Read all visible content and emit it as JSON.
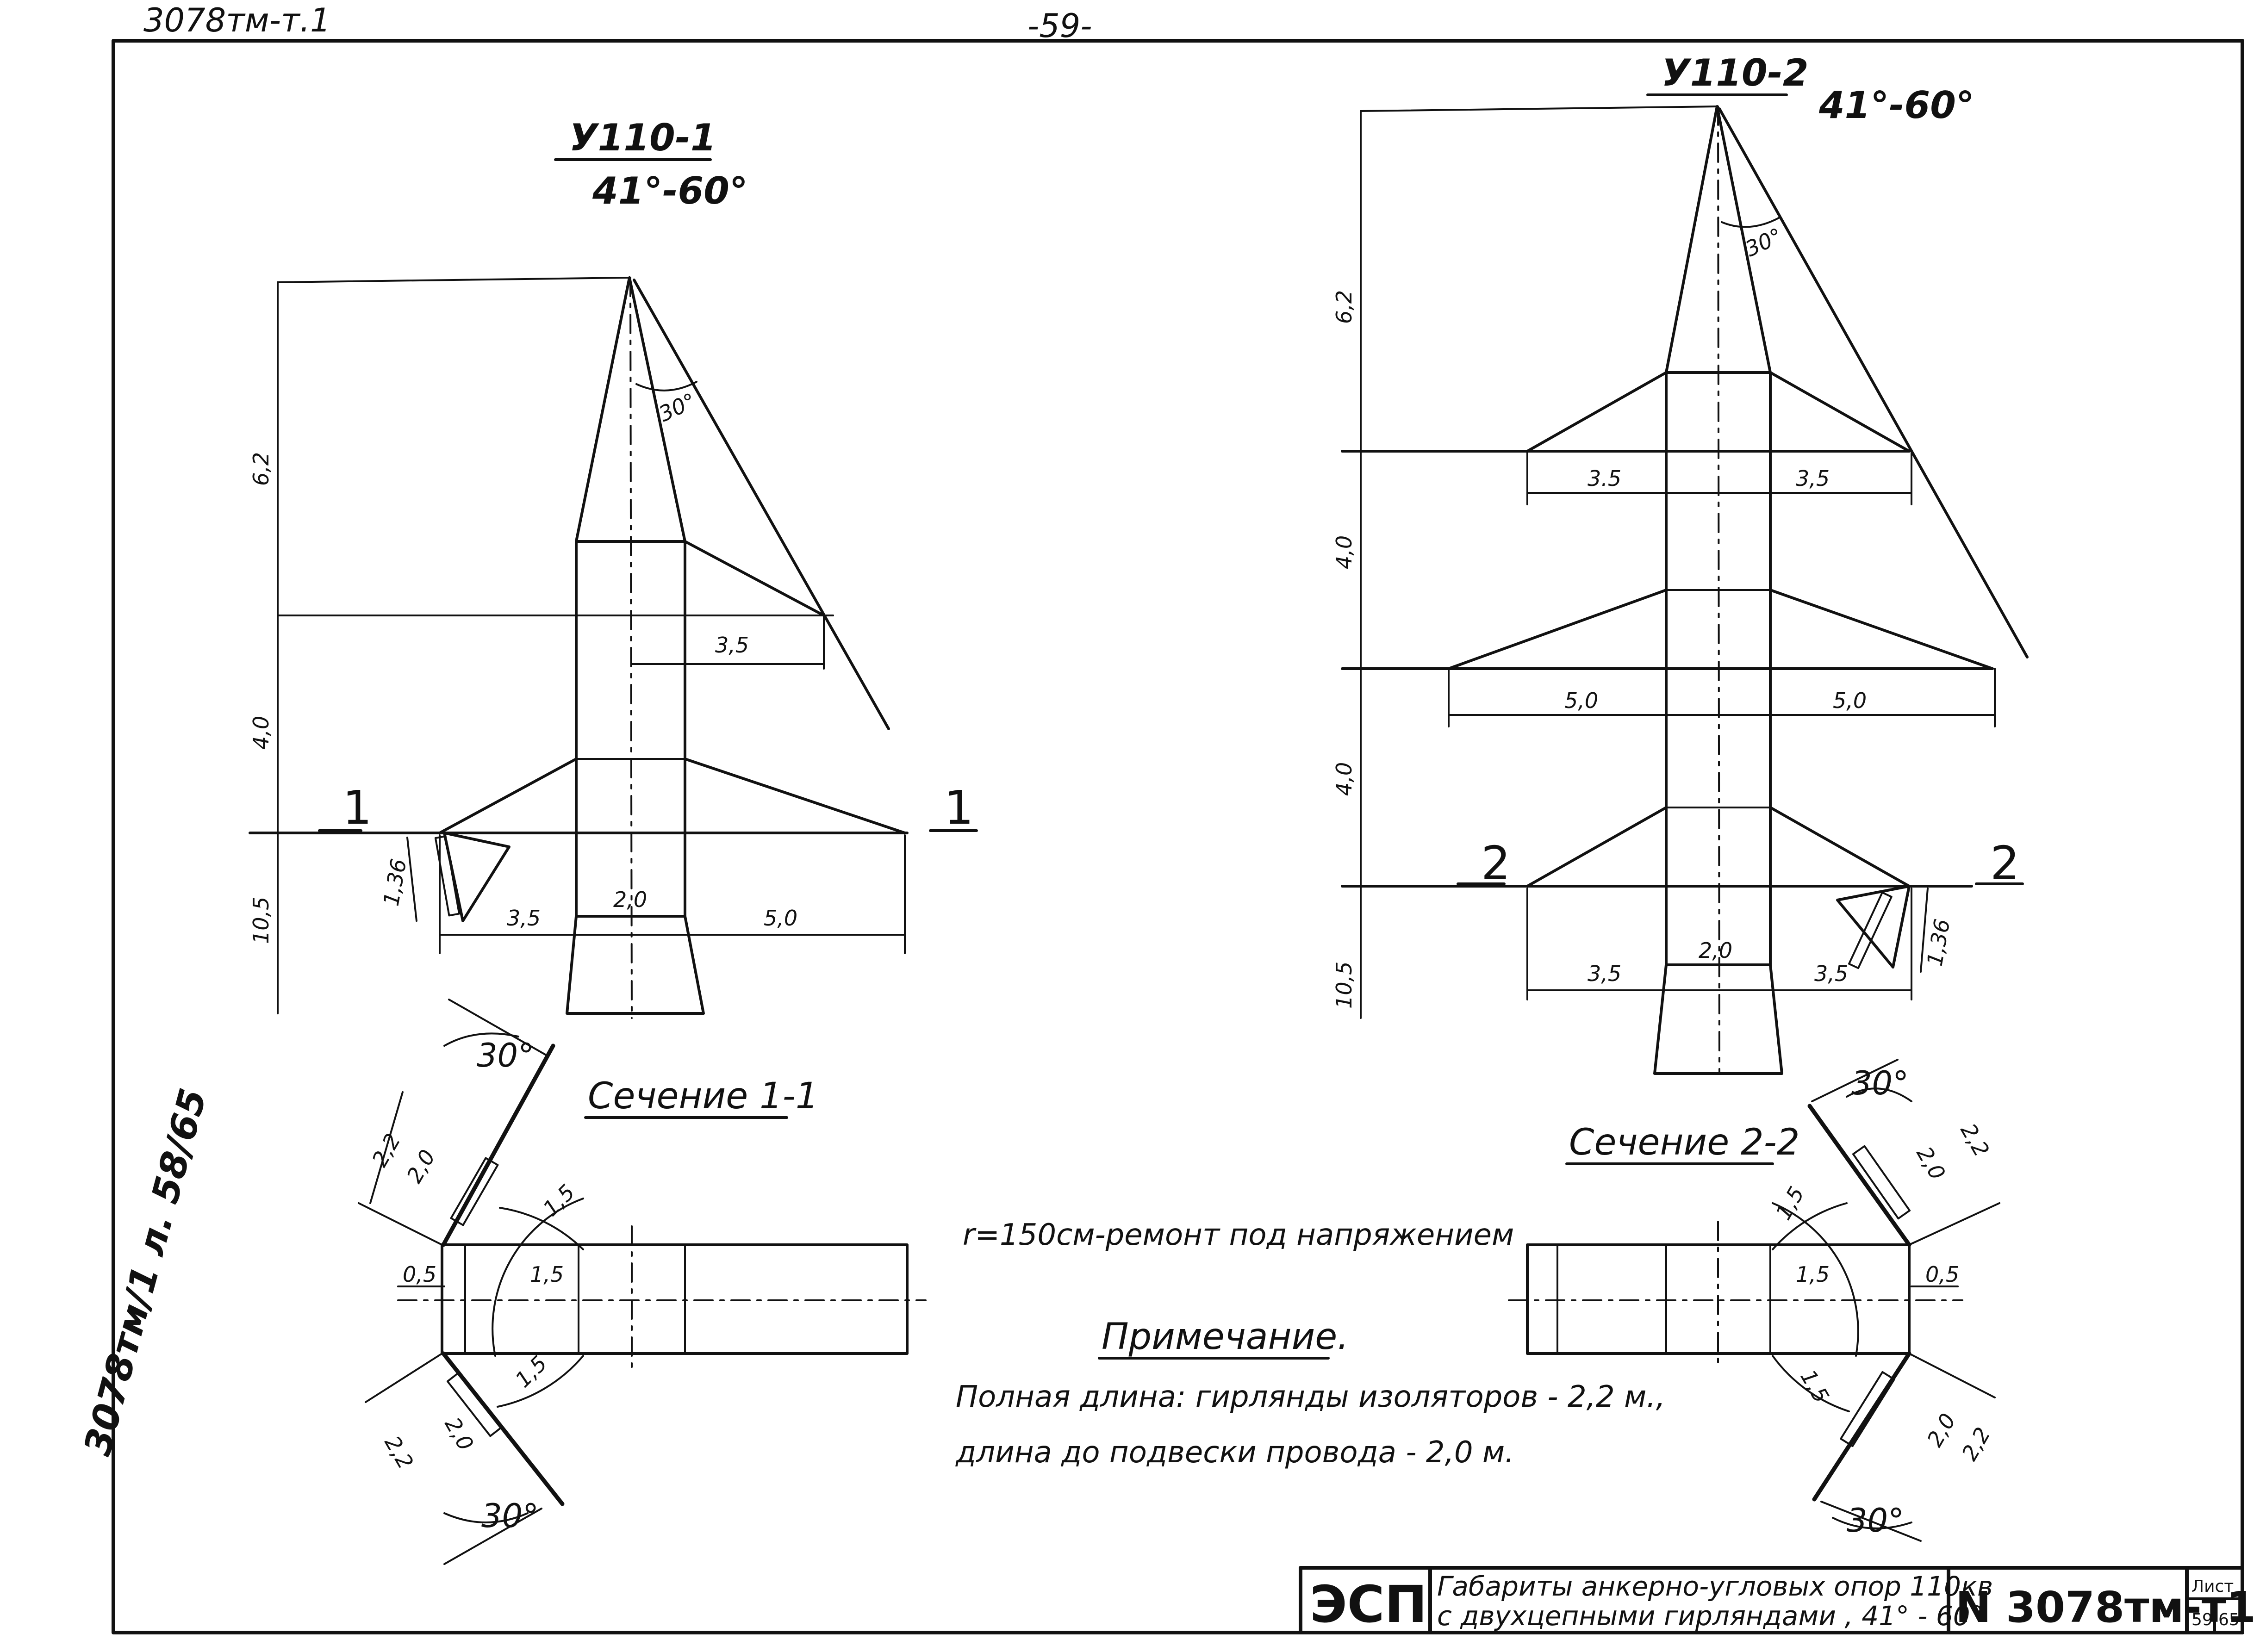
{
  "header": {
    "doc_code_top": "3078тм-т.1",
    "page_marker": "-59-"
  },
  "margin_stamp": "3078тм/1 л. 58/65",
  "tower1": {
    "title": "У110-1",
    "angle": "41°-60°",
    "dims": {
      "h_top": "6,2",
      "h_mid": "4,0",
      "h_bottom": "10,5",
      "arm_top": "3,5",
      "left": "3,5",
      "center": "2,0",
      "right": "5,0",
      "insul_short": "1,36"
    },
    "angle_30": "30°",
    "section_marks": [
      "1",
      "1"
    ]
  },
  "tower2": {
    "title": "У110-2",
    "angle": "41°-60°",
    "dims": {
      "h_top": "6,2",
      "h_mid1": "4,0",
      "h_mid2": "4,0",
      "h_bottom": "10,5",
      "arm_top_left": "3.5",
      "arm_top_right": "3,5",
      "arm_mid_left": "5,0",
      "arm_mid_right": "5,0",
      "left": "3,5",
      "center": "2,0",
      "right": "3,5",
      "insul_short": "1,36"
    },
    "angle_30": "30°",
    "section_marks": [
      "2",
      "2"
    ]
  },
  "section1": {
    "title": "Сечение 1-1",
    "angle_top": "30°",
    "angle_bottom": "30°",
    "d_22_top": "2,2",
    "d_20_top": "2,0",
    "d_22_bottom": "2,2",
    "d_20_bottom": "2,0",
    "d_05": "0,5",
    "r_15_a": "1,5",
    "r_15_b": "1,5",
    "r_15_c": "1,5"
  },
  "section2": {
    "title": "Сечение 2-2",
    "angle_top": "30°",
    "angle_bottom": "30°",
    "d_22_top": "2,2",
    "d_20_top": "2,0",
    "d_22_bottom": "2,2",
    "d_20_bottom": "2,0",
    "d_05": "0,5",
    "r_15_a": "1,5",
    "r_15_b": "1,5",
    "r_15_c": "1,5"
  },
  "notes": {
    "repair": "r=150см-ремонт под напряжением",
    "heading": "Примечание.",
    "line1": "Полная длина: гирлянды изоляторов - 2,2 м.,",
    "line2": "длина до подвески провода - 2,0 м."
  },
  "title_block": {
    "org": "ЭСП",
    "desc1": "Габариты анкерно-угловых опор 110кв",
    "desc2": "с двухцепными гирляндами , 41° - 60°",
    "number": "N 3078тм-т1",
    "sheet_label": "Лист",
    "sheet_no": "59",
    "sheet_total": "65"
  }
}
